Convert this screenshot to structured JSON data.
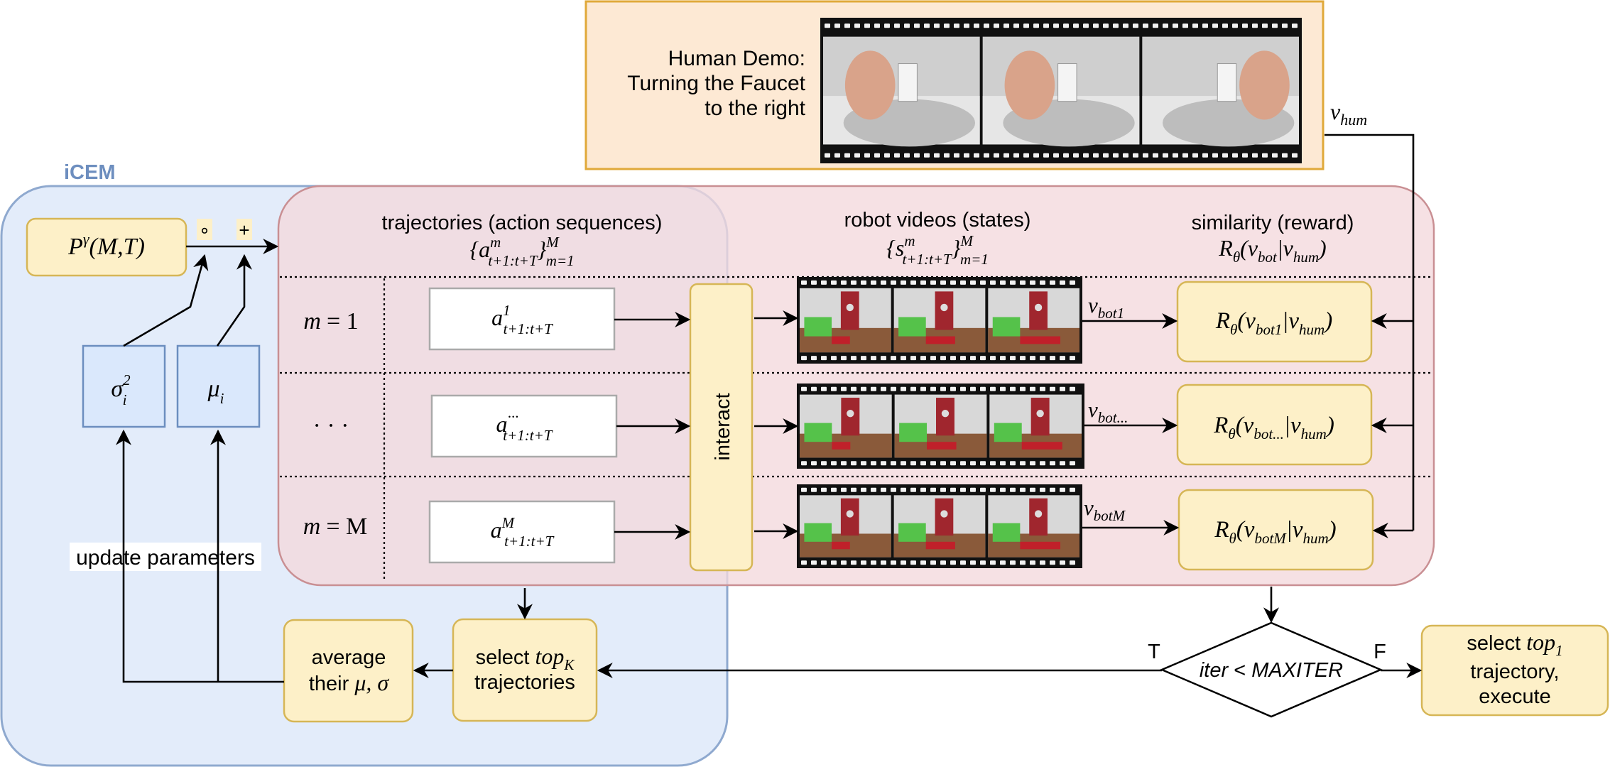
{
  "colors": {
    "icem_fill": "#e3ecfa",
    "icem_stroke": "#8fa9cf",
    "icem_title": "#6d8ebf",
    "pink_fill": "#f8e1e1",
    "pink_stroke": "#c98f93",
    "yellow_fill": "#fdf0c8",
    "yellow_stroke": "#d6b656",
    "blue_box_fill": "#dae8fc",
    "blue_box_stroke": "#6c8ebf",
    "human_fill": "#fde9d4",
    "human_stroke": "#e0a93a",
    "robot_floor": "#8a5a3a",
    "robot_wall": "#d8d8d8",
    "robot_green": "#55c24a",
    "robot_red": "#a0262e"
  },
  "icem": {
    "title": "iCEM"
  },
  "human_demo": {
    "lines": [
      "Human Demo:",
      "Turning the Faucet",
      "to the right"
    ],
    "output_label": "v",
    "output_sub": "hum"
  },
  "prior": {
    "base": "P",
    "sup": "γ",
    "args": "(M,T)"
  },
  "ops": {
    "compose": "∘",
    "plus": "+"
  },
  "params": {
    "sigma": {
      "base": "σ",
      "sup": "2",
      "sub": "i"
    },
    "mu": {
      "base": "μ",
      "sub": "i"
    }
  },
  "update_label": "update parameters",
  "headers": {
    "trajectories": {
      "title": "trajectories (action sequences)",
      "math_base": "{a",
      "math_sup": "m",
      "math_sub": "t+1:t+T",
      "math_close": "}",
      "math_sup2": "M",
      "math_sub2": "m=1"
    },
    "robot": {
      "title": "robot videos (states)",
      "math_base": "{s",
      "math_sup": "m",
      "math_sub": "t+1:t+T",
      "math_close": "}",
      "math_sup2": "M",
      "math_sub2": "m=1"
    },
    "similarity": {
      "title": "similarity (reward)",
      "math_R": "R",
      "math_theta": "θ",
      "math_args_a": "(v",
      "math_bot": "bot",
      "math_bar": "|v",
      "math_hum": "hum",
      "math_close": ")"
    }
  },
  "rows": [
    {
      "label_lhs": "m",
      "label_rhs": "= 1",
      "action_sup": "1",
      "action_sub": "t+1:t+T",
      "v_sub": "bot1",
      "reward_sub": "bot1"
    },
    {
      "label_lhs": "· · ·",
      "label_rhs": "",
      "action_sup": "···",
      "action_sub": "t+1:t+T",
      "v_sub": "bot...",
      "reward_sub": "bot..."
    },
    {
      "label_lhs": "m",
      "label_rhs": "= M",
      "action_sup": "M",
      "action_sub": "t+1:t+T",
      "v_sub": "botM",
      "reward_sub": "botM"
    }
  ],
  "interact_label": "interact",
  "select_topk": {
    "line1a": "select ",
    "line1b": "top",
    "line1c": "K",
    "line2": "trajectories"
  },
  "average": {
    "line1": "average",
    "line2a": "their ",
    "line2b": "μ, σ"
  },
  "decision": {
    "text_a": "iter",
    "text_b": " < ",
    "text_c": "MAXITER",
    "true_label": "T",
    "false_label": "F"
  },
  "select_top1": {
    "line1a": "select ",
    "line1b": "top",
    "line1c": "1",
    "line2": "trajectory,",
    "line3": "execute"
  }
}
